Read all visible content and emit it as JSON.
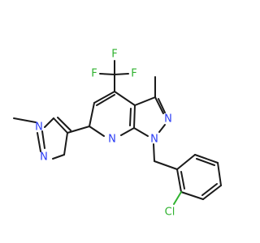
{
  "colors": {
    "bond": "#1a1a1a",
    "nitrogen": "#2a3cf5",
    "fluorine": "#2fb22f",
    "chlorine": "#2fb22f"
  },
  "atoms": {
    "f_top": "F",
    "f_left": "F",
    "f_right": "F",
    "n_pyrazole_upper": "N",
    "n_pyrazole_lower": "N",
    "n_pyridine": "N",
    "n_side_upper": "N",
    "n_side_lower": "N",
    "cl": "Cl"
  }
}
